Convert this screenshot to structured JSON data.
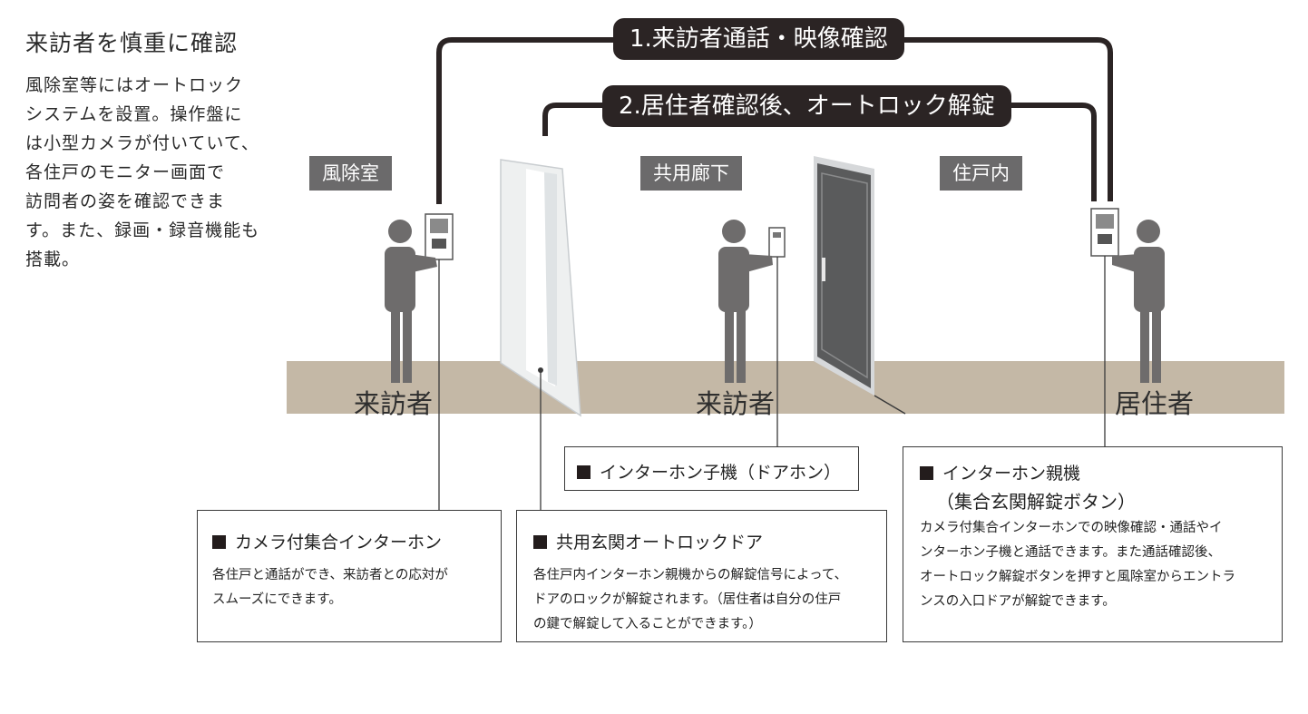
{
  "heading": "来訪者を慎重に確認",
  "intro_lines": [
    "風除室等にはオートロック",
    "システムを設置。操作盤に",
    "は小型カメラが付いていて、",
    "各住戸のモニター画面で",
    "訪問者の姿を確認できま",
    "す。また、録画・録音機能も",
    "搭載。"
  ],
  "steps": {
    "step1": "1.来訪者通話・映像確認",
    "step2": "2.居住者確認後、オートロック解錠"
  },
  "zones": {
    "vestibule": "風除室",
    "corridor": "共用廊下",
    "dwelling": "住戸内"
  },
  "people": {
    "visitor_vestibule": "来訪者",
    "visitor_corridor": "来訪者",
    "resident": "居住者"
  },
  "boxes": {
    "camera_intercom": {
      "title": "カメラ付集合インターホン",
      "body": [
        "各住戸と通話ができ、来訪者との応対が",
        "スムーズにできます。"
      ]
    },
    "autolock_door": {
      "title": "共用玄関オートロックドア",
      "body": [
        "各住戸内インターホン親機からの解錠信号によって、",
        "ドアのロックが解錠されます。（居住者は自分の住戸",
        "の鍵で解錠して入ることができます。）"
      ]
    },
    "door_phone": {
      "title": "インターホン子機（ドアホン）"
    },
    "master_unit": {
      "title": "インターホン親機",
      "title2": "（集合玄関解錠ボタン）",
      "body": [
        "カメラ付集合インターホンでの映像確認・通話やイ",
        "ンターホン子機と通話できます。また通話確認後、",
        "オートロック解錠ボタンを押すと風除室からエントラ",
        "ンスの入口ドアが解錠できます。"
      ]
    }
  },
  "colors": {
    "floor": "#c4b8a6",
    "figure": "#6e6c6c",
    "step_bg": "#2b2424",
    "zone_bg": "#6b6a6b",
    "door_dark": "#5a5b5c"
  }
}
